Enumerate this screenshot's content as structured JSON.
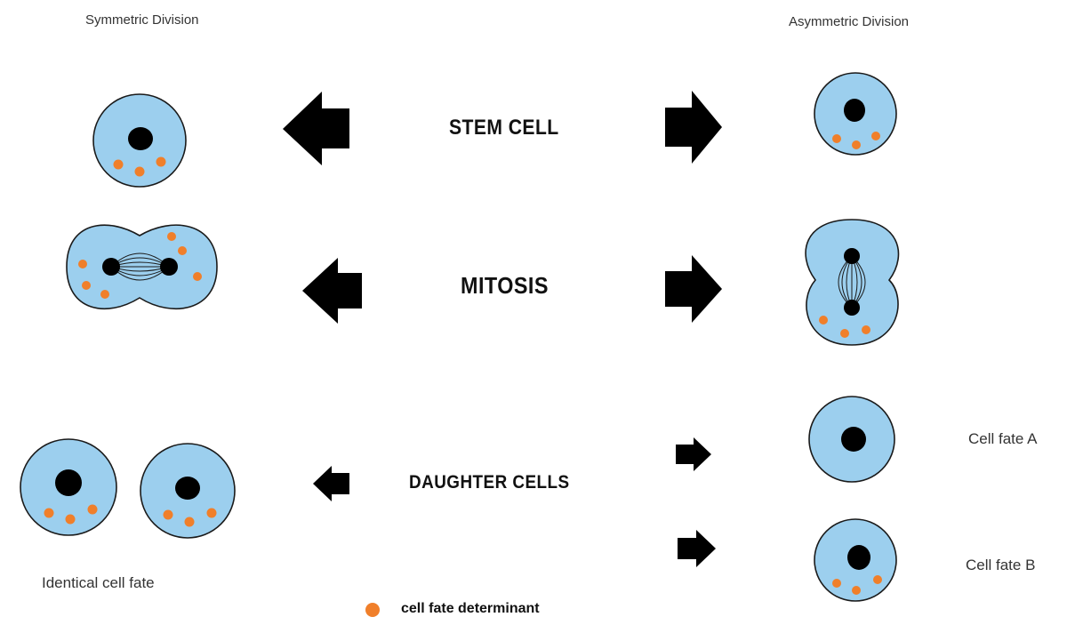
{
  "headers": {
    "symmetric": "Symmetric Division",
    "asymmetric": "Asymmetric Division"
  },
  "stages": {
    "stem_cell": "STEM CELL",
    "mitosis": "MITOSIS",
    "daughter_cells": "DAUGHTER CELLS"
  },
  "labels": {
    "identical_fate": "Identical cell fate",
    "fate_a": "Cell fate A",
    "fate_b": "Cell fate B"
  },
  "legend": {
    "determinant": "cell fate determinant"
  },
  "colors": {
    "cytoplasm": "#9ccfee",
    "outline": "#1a1a1a",
    "nucleus": "#000000",
    "determinant": "#f07f2a",
    "arrow": "#000000"
  },
  "icons": [
    "left-arrow-icon",
    "right-arrow-icon",
    "cell-icon",
    "dividing-cell-icon",
    "determinant-dot-icon"
  ]
}
